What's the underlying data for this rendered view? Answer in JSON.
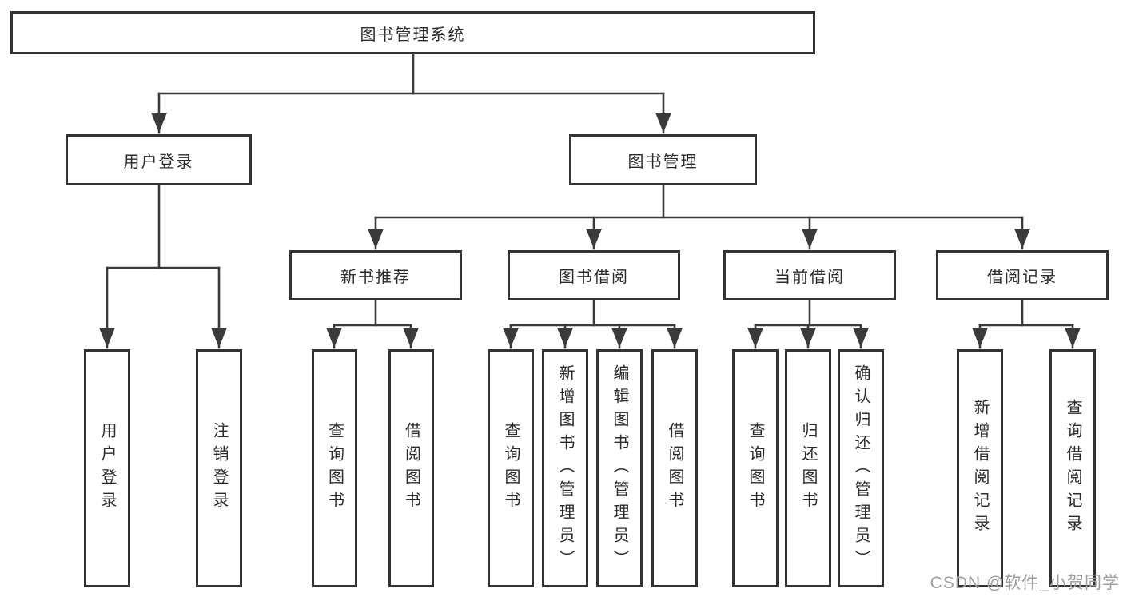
{
  "title": "图书管理系统",
  "watermark": "CSDN @软件_小贺同学",
  "colors": {
    "line": "#3a3a3a",
    "border": "#333333",
    "text": "#2b2b2b",
    "watermark": "#9e9e9e",
    "background": "#ffffff"
  },
  "tree": {
    "root": "图书管理系统",
    "children": [
      {
        "label": "用户登录",
        "children": [
          "用户登录",
          "注销登录"
        ]
      },
      {
        "label": "图书管理",
        "children": [
          {
            "label": "新书推荐",
            "children": [
              "查询图书",
              "借阅图书"
            ]
          },
          {
            "label": "图书借阅",
            "children": [
              "查询图书",
              "新增图书（管理员）",
              "编辑图书（管理员）",
              "借阅图书"
            ]
          },
          {
            "label": "当前借阅",
            "children": [
              "查询图书",
              "归还图书",
              "确认归还（管理员）"
            ]
          },
          {
            "label": "借阅记录",
            "children": [
              "新增借阅记录",
              "查询借阅记录"
            ]
          }
        ]
      }
    ]
  }
}
